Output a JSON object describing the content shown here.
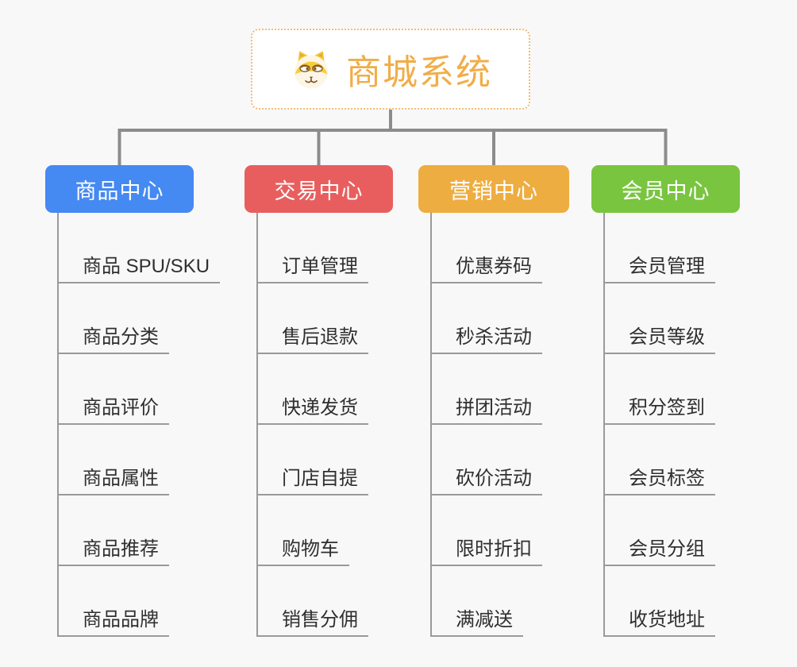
{
  "canvas": {
    "background": "#f8f8f8",
    "tree_line_color": "#8c8c8c",
    "leaf_line_color": "#9a9a9a"
  },
  "root": {
    "title": "商城系统",
    "icon": "shiba-dog-face-icon",
    "text_color": "#f1ad48",
    "border_color": "#f2bc72"
  },
  "branches": [
    {
      "label": "商品中心",
      "color": "#4589f2",
      "items": [
        "商品 SPU/SKU",
        "商品分类",
        "商品评价",
        "商品属性",
        "商品推荐",
        "商品品牌"
      ]
    },
    {
      "label": "交易中心",
      "color": "#e85e5e",
      "items": [
        "订单管理",
        "售后退款",
        "快递发货",
        "门店自提",
        "购物车",
        "销售分佣"
      ]
    },
    {
      "label": "营销中心",
      "color": "#eead40",
      "items": [
        "优惠券码",
        "秒杀活动",
        "拼团活动",
        "砍价活动",
        "限时折扣",
        "满减送"
      ]
    },
    {
      "label": "会员中心",
      "color": "#79c53f",
      "items": [
        "会员管理",
        "会员等级",
        "积分签到",
        "会员标签",
        "会员分组",
        "收货地址"
      ]
    }
  ]
}
